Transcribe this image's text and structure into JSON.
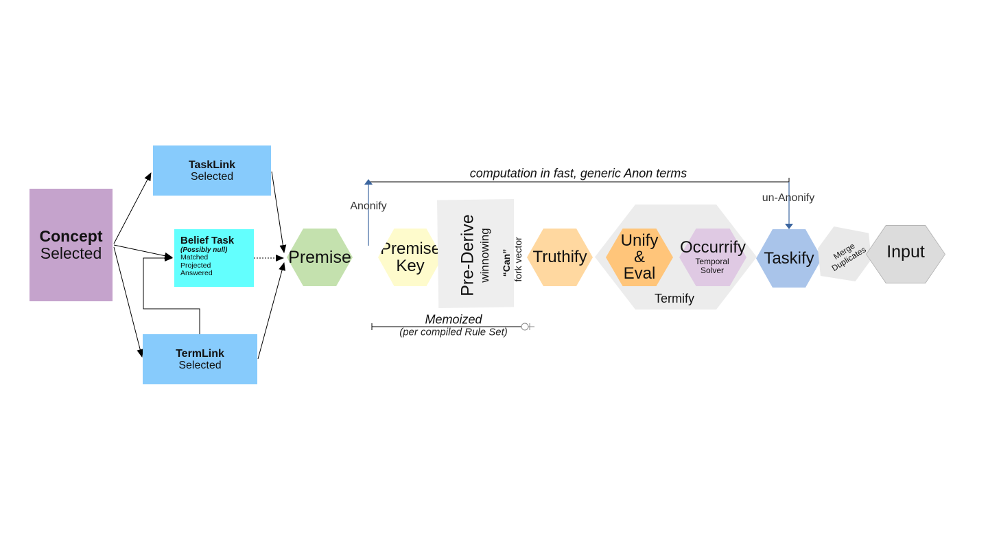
{
  "concept": {
    "title": "Concept",
    "subtitle": "Selected"
  },
  "tasklink": {
    "title": "TaskLink",
    "subtitle": "Selected"
  },
  "termlink": {
    "title": "TermLink",
    "subtitle": "Selected"
  },
  "belief": {
    "title": "Belief Task",
    "note": "(Possibly null)",
    "lines": [
      "Matched",
      "Projected",
      "Answered"
    ]
  },
  "stages": {
    "premise": "Premise",
    "premise_key_1": "Premise",
    "premise_key_2": "Key",
    "prederive": "Pre-Derive",
    "winnowing": "winnowing",
    "can": "“Can”",
    "fork_vector": "fork vector",
    "truthify": "Truthify",
    "unify_1": "Unify",
    "unify_2": "&",
    "unify_3": "Eval",
    "occurrify": "Occurrify",
    "temporal_1": "Temporal",
    "temporal_2": "Solver",
    "termify": "Termify",
    "taskify": "Taskify",
    "merge_1": "Merge",
    "merge_2": "Duplicates",
    "input": "Input"
  },
  "annotations": {
    "computation": "computation in fast, generic Anon terms",
    "anonify": "Anonify",
    "unanonify": "un-Anonify",
    "memoized": "Memoized",
    "memoized_note": "(per compiled Rule Set)"
  },
  "colors": {
    "concept": "#c5a3cc",
    "link": "#87cbfc",
    "belief": "#63fffe",
    "premise": "#c4e1ae",
    "premise_key": "#fefbcc",
    "prederive": "#eeeeee",
    "truthify": "#ffd8a0",
    "termify": "#ececec",
    "unify": "#ffc57a",
    "occurrify": "#dfc9e3",
    "taskify": "#a9c4ea",
    "merge": "#e9e9e9",
    "input": "#dcdcdc",
    "arrow_blue": "#3b659f"
  }
}
